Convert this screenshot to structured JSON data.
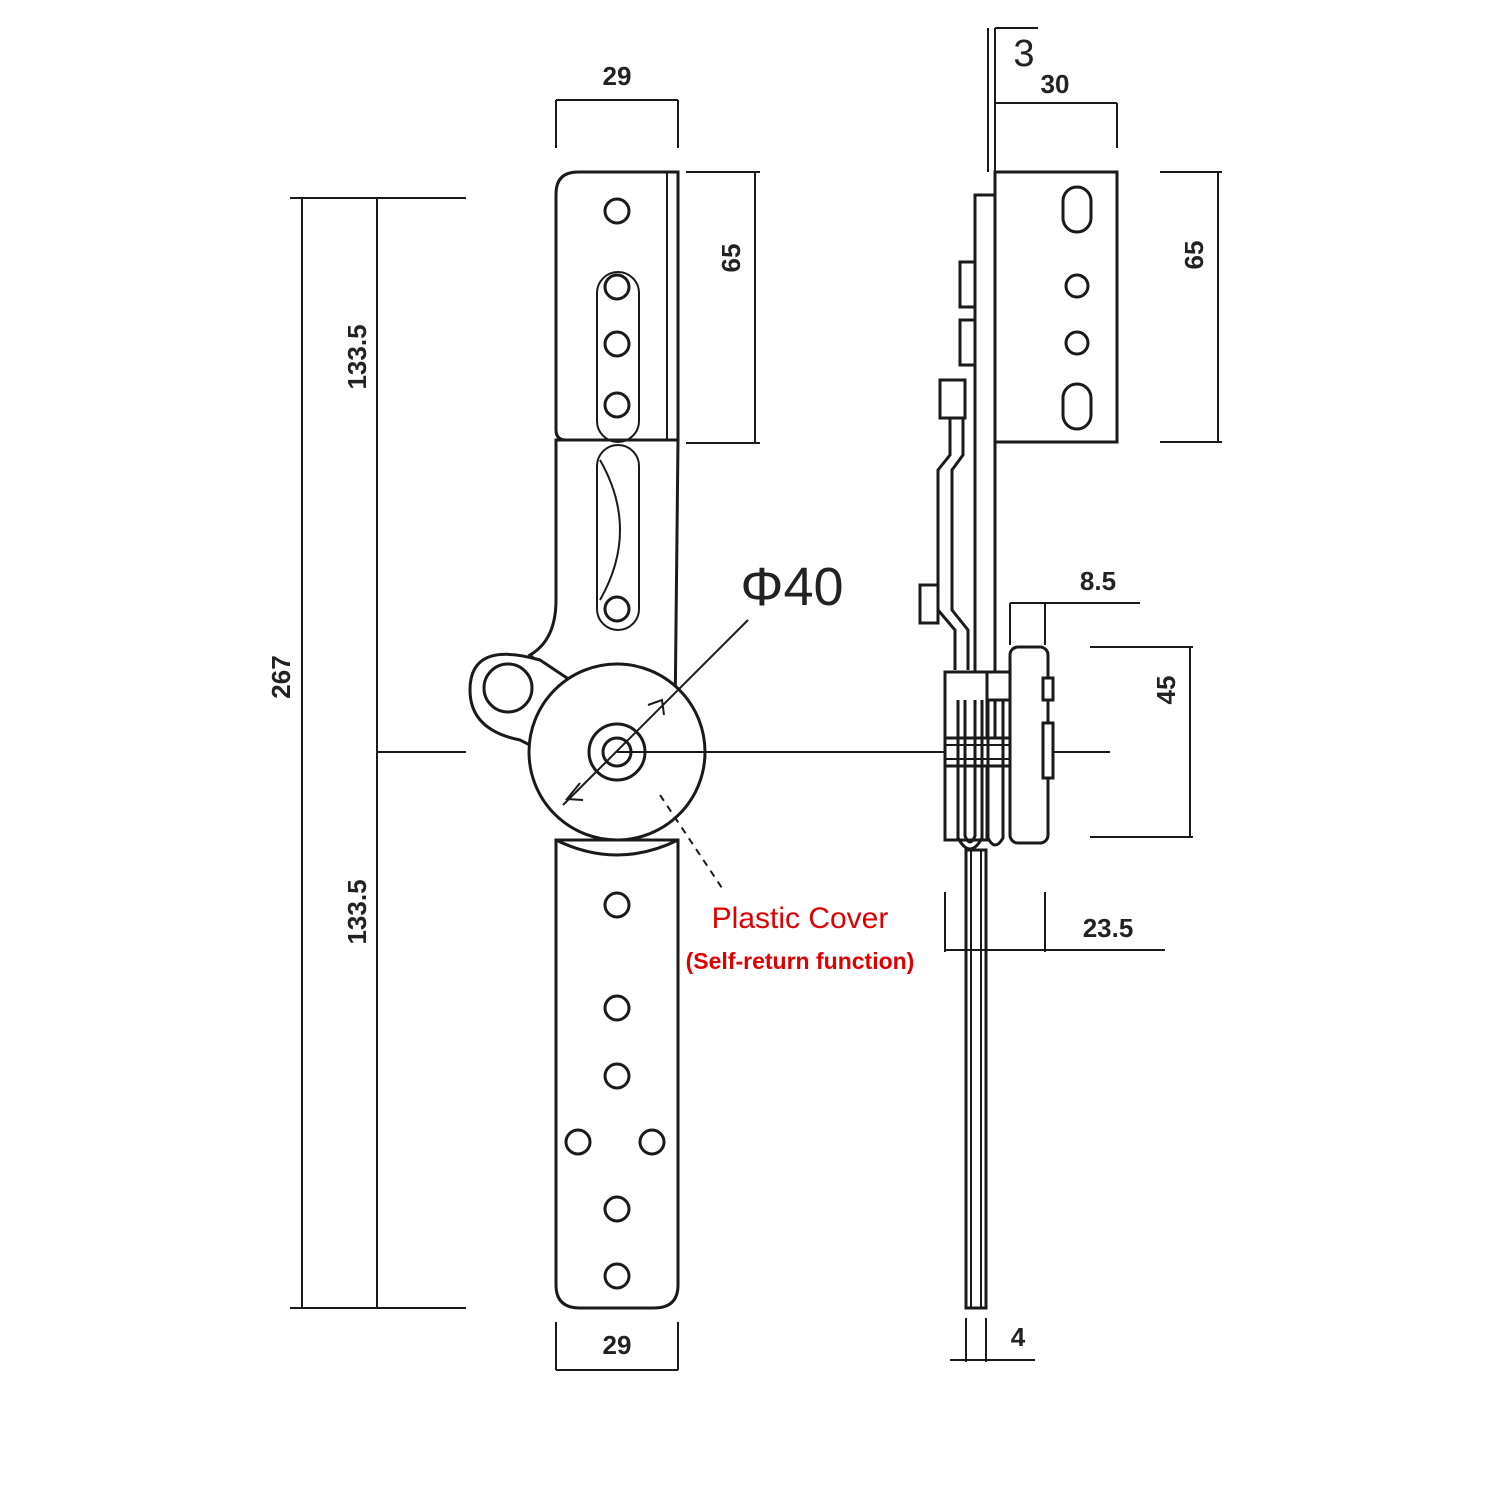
{
  "dimensions": {
    "front_top_width": "29",
    "front_bottom_width": "29",
    "front_top_bracket_height": "65",
    "total_height": "267",
    "upper_half": "133.5",
    "lower_half": "133.5",
    "hub_diameter": "Φ40",
    "side_thickness_top": "3",
    "side_bracket_depth": "30",
    "side_bracket_height": "65",
    "side_hub_offset": "8.5",
    "side_hub_height": "45",
    "side_hub_depth": "23.5",
    "side_blade_thickness": "4"
  },
  "annotation": {
    "title": "Plastic Cover",
    "subtitle": "(Self-return function)"
  },
  "colors": {
    "annotation": "#e00000",
    "lines": "#1a1a1a"
  }
}
